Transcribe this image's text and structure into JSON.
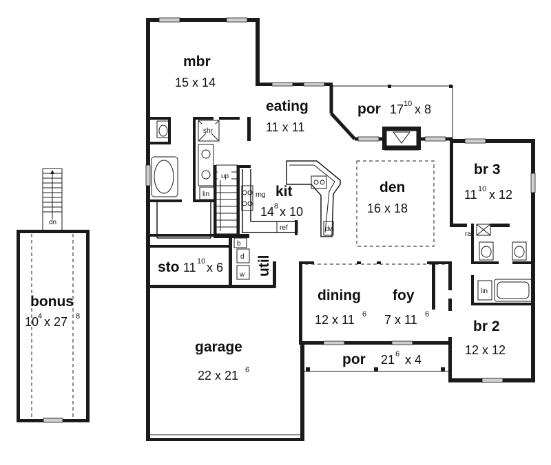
{
  "rooms": {
    "mbr": {
      "name": "mbr",
      "dim_a": "15 x 14"
    },
    "eating": {
      "name": "eating",
      "dim_a": "11 x 11"
    },
    "por_top": {
      "name": "por",
      "dim_a": "17",
      "dim_sup": "10",
      "dim_b": "x 8"
    },
    "kit": {
      "name": "kit",
      "dim_a": "14",
      "dim_sup": "8",
      "dim_b": "x 10"
    },
    "den": {
      "name": "den",
      "dim_a": "16 x 18"
    },
    "br3": {
      "name": "br 3",
      "dim_a": "11",
      "dim_sup": "10",
      "dim_b": "x 12"
    },
    "sto": {
      "name": "sto",
      "dim_a": "11",
      "dim_sup": "10",
      "dim_b": "x 6"
    },
    "util": {
      "name": "util"
    },
    "dining": {
      "name": "dining",
      "dim_a": "12 x 11",
      "dim_sup": "6"
    },
    "foy": {
      "name": "foy",
      "dim_a": "7 x 11",
      "dim_sup": "6"
    },
    "br2": {
      "name": "br 2",
      "dim_a": "12 x 12"
    },
    "garage": {
      "name": "garage",
      "dim_a": "22 x 21",
      "dim_sup": "6"
    },
    "por_bot": {
      "name": "por",
      "dim_a": "21",
      "dim_sup": "6",
      "dim_b": "x 4"
    },
    "bonus": {
      "name": "bonus",
      "dim_a": "10",
      "dim_sup": "4",
      "dim_b": "x 27",
      "dim_sup2": "8"
    }
  },
  "fixtures": {
    "shr": "shr",
    "up": "up",
    "lin_mbr": "lin",
    "rng": "rng",
    "ref": "ref",
    "dw": "dw",
    "b": "b",
    "d": "d",
    "w": "w",
    "ra": "ra",
    "lin_br2": "lin",
    "dn": "dn"
  },
  "colors": {
    "wall": "#1a1a1a",
    "window": "#cfcfcf",
    "background": "#ffffff"
  }
}
